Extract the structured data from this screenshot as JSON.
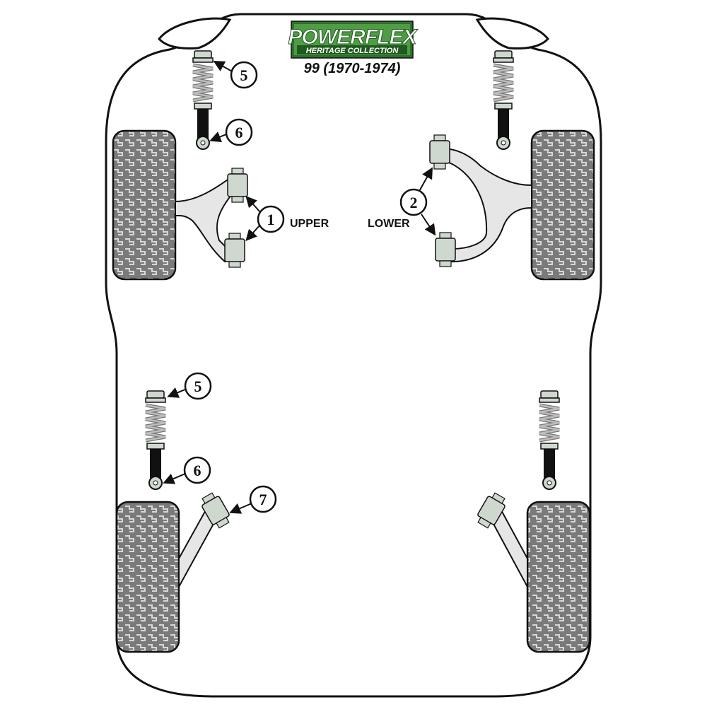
{
  "brand": {
    "name": "POWERFLEX",
    "collection": "HERITAGE COLLECTION",
    "model": "99 (1970-1974)",
    "colors": {
      "green": "#3f8f3a",
      "dark_green": "#1f5a1e",
      "white": "#ffffff"
    }
  },
  "labels": {
    "upper": "UPPER",
    "lower": "LOWER"
  },
  "callouts": {
    "c1": "1",
    "c2": "2",
    "c5_front": "5",
    "c6_front": "6",
    "c5_rear": "5",
    "c6_rear": "6",
    "c7": "7"
  },
  "colors": {
    "outline": "#111111",
    "body_fill": "#ffffff",
    "arm_fill": "#e6e6e6",
    "bush_fill": "#cfd8cf",
    "tyre_fill": "#7a7a7a",
    "tyre_tread": "#d8d8d8",
    "damper": "#111111",
    "spring": "#9a9a9a"
  }
}
